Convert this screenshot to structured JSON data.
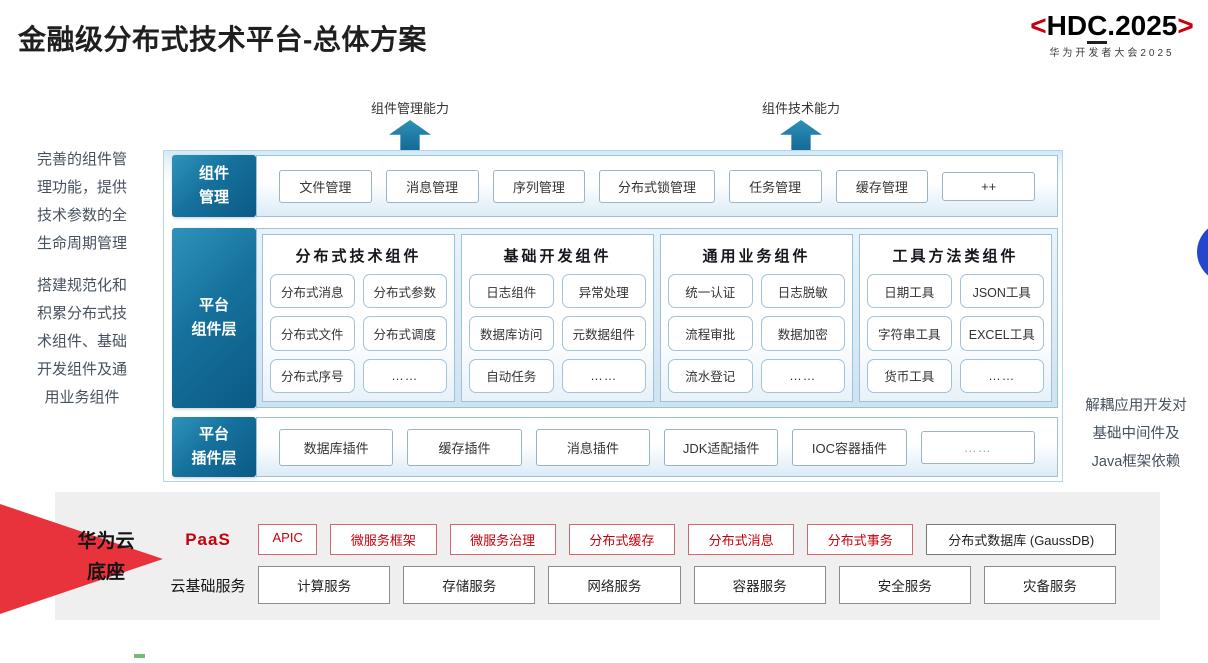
{
  "title": "金融级分布式技术平台-总体方案",
  "logo": {
    "left_bracket": "<",
    "pre": "HD",
    "underlined": "C",
    "post": ".2025",
    "right_bracket": ">",
    "subtitle": "华为开发者大会2025"
  },
  "arrows": {
    "left_label": "组件管理能力",
    "right_label": "组件技术能力"
  },
  "annotations": {
    "left_top": "完善的组件管\n理功能，提供\n技术参数的全\n生命周期管理",
    "left_bottom": "搭建规范化和\n积累分布式技\n术组件、基础\n开发组件及通\n用业务组件",
    "right": "解耦应用开发对\n基础中间件及\nJava框架依赖"
  },
  "rows": [
    {
      "label": "组件\n管理",
      "items": [
        "文件管理",
        "消息管理",
        "序列管理",
        "分布式锁管理",
        "任务管理",
        "缓存管理",
        "++"
      ]
    },
    {
      "label": "平台\n组件层",
      "columns": [
        {
          "header": "分布式技术组件",
          "items": [
            "分布式消息",
            "分布式参数",
            "分布式文件",
            "分布式调度",
            "分布式序号",
            "……"
          ]
        },
        {
          "header": "基础开发组件",
          "items": [
            "日志组件",
            "异常处理",
            "数据库访问",
            "元数据组件",
            "自动任务",
            "……"
          ]
        },
        {
          "header": "通用业务组件",
          "items": [
            "统一认证",
            "日志脱敏",
            "流程审批",
            "数据加密",
            "流水登记",
            "……"
          ]
        },
        {
          "header": "工具方法类组件",
          "items": [
            "日期工具",
            "JSON工具",
            "字符串工具",
            "EXCEL工具",
            "货币工具",
            "……"
          ]
        }
      ]
    },
    {
      "label": "平台\n插件层",
      "items": [
        "数据库插件",
        "缓存插件",
        "消息插件",
        "JDK适配插件",
        "IOC容器插件",
        "……"
      ]
    }
  ],
  "foundation": {
    "label": "华为云\n底座",
    "paas_label": "PaaS",
    "iaas_label": "云基础服务",
    "paas_items": [
      "APIC",
      "微服务框架",
      "微服务治理",
      "分布式缓存",
      "分布式消息",
      "分布式事务"
    ],
    "paas_db_item": "分布式数据库 (GaussDB)",
    "iaas_items": [
      "计算服务",
      "存储服务",
      "网络服务",
      "容器服务",
      "安全服务",
      "灾备服务"
    ]
  },
  "colors": {
    "brand_red": "#C7000B",
    "wedge_red": "#E8333D",
    "label_teal_dark": "#0B5A85",
    "label_teal_light": "#2F93BA",
    "panel_border_blue": "#9CC2DC",
    "circle_blue": "#2447CE",
    "foundation_gray": "#EFEFEF"
  }
}
